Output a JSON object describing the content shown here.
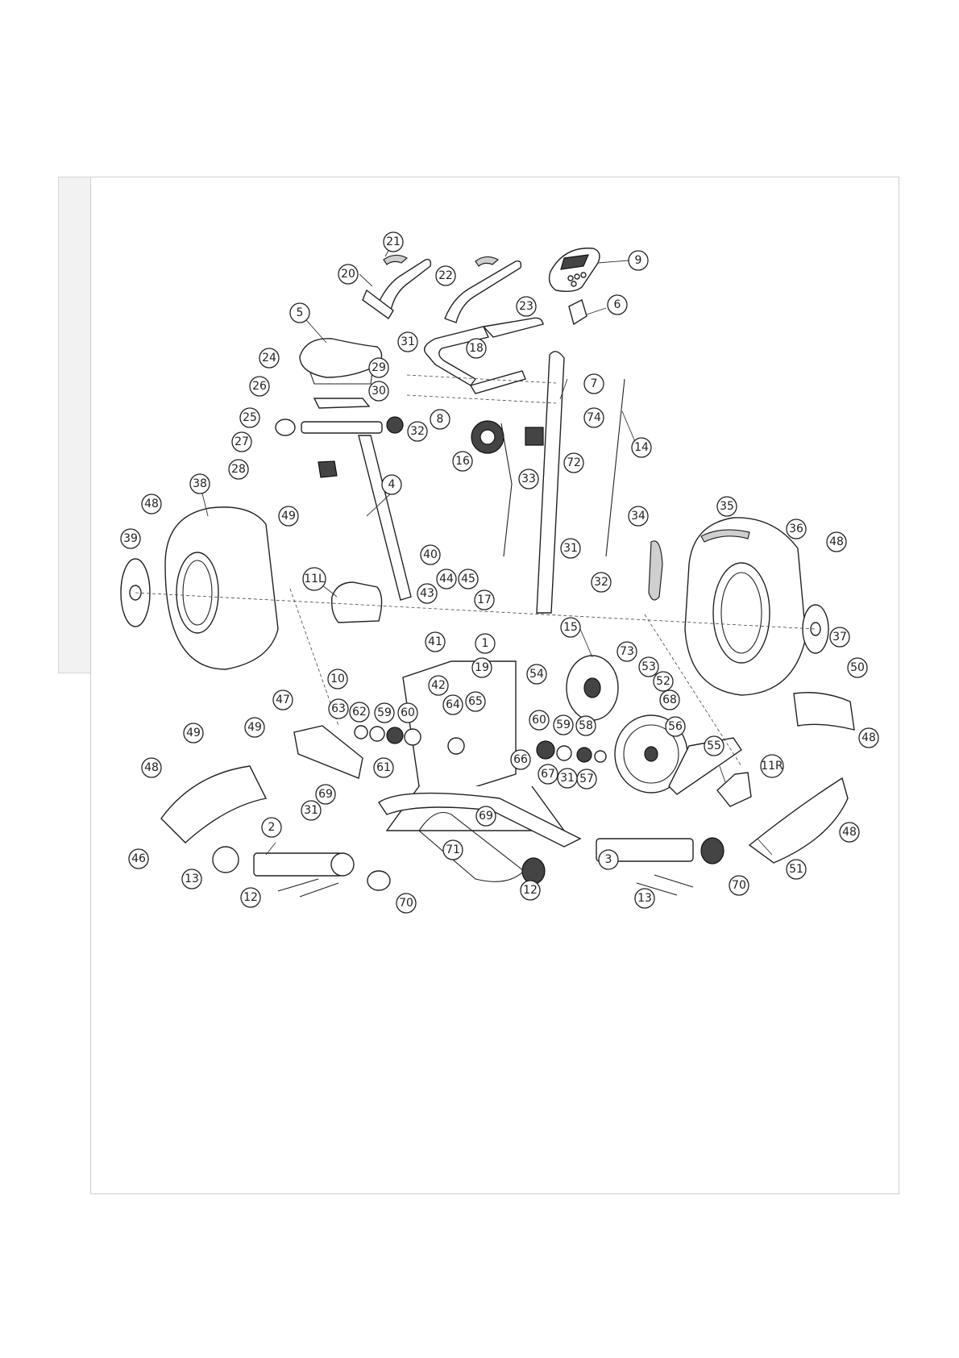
{
  "callouts": [
    {
      "id": "21"
    },
    {
      "id": "20"
    },
    {
      "id": "22"
    },
    {
      "id": "9"
    },
    {
      "id": "6"
    },
    {
      "id": "23"
    },
    {
      "id": "5"
    },
    {
      "id": "31"
    },
    {
      "id": "18"
    },
    {
      "id": "7"
    },
    {
      "id": "24"
    },
    {
      "id": "29"
    },
    {
      "id": "26"
    },
    {
      "id": "30"
    },
    {
      "id": "8"
    },
    {
      "id": "74"
    },
    {
      "id": "25"
    },
    {
      "id": "32"
    },
    {
      "id": "14"
    },
    {
      "id": "27"
    },
    {
      "id": "16"
    },
    {
      "id": "33"
    },
    {
      "id": "72"
    },
    {
      "id": "28"
    },
    {
      "id": "4"
    },
    {
      "id": "38"
    },
    {
      "id": "48"
    },
    {
      "id": "49"
    },
    {
      "id": "39"
    },
    {
      "id": "34"
    },
    {
      "id": "35"
    },
    {
      "id": "36"
    },
    {
      "id": "48"
    },
    {
      "id": "40"
    },
    {
      "id": "31"
    },
    {
      "id": "11L"
    },
    {
      "id": "44"
    },
    {
      "id": "45"
    },
    {
      "id": "43"
    },
    {
      "id": "32"
    },
    {
      "id": "17"
    },
    {
      "id": "15"
    },
    {
      "id": "1"
    },
    {
      "id": "37"
    },
    {
      "id": "41"
    },
    {
      "id": "73"
    },
    {
      "id": "19"
    },
    {
      "id": "42"
    },
    {
      "id": "53"
    },
    {
      "id": "10"
    },
    {
      "id": "54"
    },
    {
      "id": "52"
    },
    {
      "id": "50"
    },
    {
      "id": "68"
    },
    {
      "id": "47"
    },
    {
      "id": "63"
    },
    {
      "id": "62"
    },
    {
      "id": "59"
    },
    {
      "id": "60"
    },
    {
      "id": "64"
    },
    {
      "id": "65"
    },
    {
      "id": "49"
    },
    {
      "id": "60"
    },
    {
      "id": "59"
    },
    {
      "id": "58"
    },
    {
      "id": "56"
    },
    {
      "id": "48"
    },
    {
      "id": "49"
    },
    {
      "id": "61"
    },
    {
      "id": "55"
    },
    {
      "id": "66"
    },
    {
      "id": "48"
    },
    {
      "id": "67"
    },
    {
      "id": "57"
    },
    {
      "id": "11R"
    },
    {
      "id": "31"
    },
    {
      "id": "69"
    },
    {
      "id": "31"
    },
    {
      "id": "69"
    },
    {
      "id": "46"
    },
    {
      "id": "2"
    },
    {
      "id": "71"
    },
    {
      "id": "3"
    },
    {
      "id": "48"
    },
    {
      "id": "51"
    },
    {
      "id": "13"
    },
    {
      "id": "12"
    },
    {
      "id": "70"
    },
    {
      "id": "13"
    },
    {
      "id": "12"
    },
    {
      "id": "70"
    }
  ]
}
